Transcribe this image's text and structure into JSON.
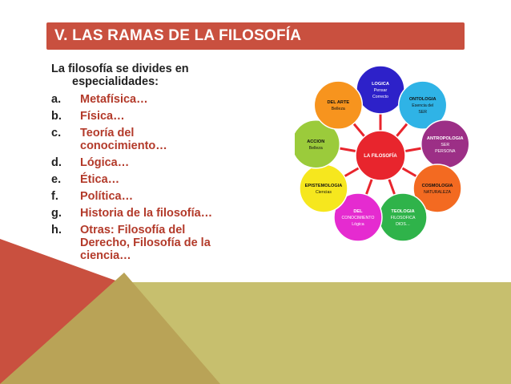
{
  "colors": {
    "title_bar": "#C9503F",
    "accent_item": "#B33A2A",
    "intro_text": "#222222",
    "bg_olive": "#C7BF6E",
    "bg_red": "#C9503F",
    "bg_tan": "#B9A357"
  },
  "title": "V. LAS RAMAS DE LA FILOSOFÍA",
  "intro": "La filosofía se divides en especialidades:",
  "items": [
    {
      "marker": "a.",
      "text": "Metafísica…"
    },
    {
      "marker": "b.",
      "text": "Física…"
    },
    {
      "marker": "c.",
      "text": "Teoría del conocimiento…"
    },
    {
      "marker": "d.",
      "text": "Lógica…"
    },
    {
      "marker": "e.",
      "text": "Ética…"
    },
    {
      "marker": "f.",
      "text": "Política…"
    },
    {
      "marker": "g.",
      "text": "Historia de la filosofía…"
    },
    {
      "marker": "h.",
      "text": "Otras: Filosofía del Derecho, Filosofía de la ciencia…"
    }
  ],
  "diagram": {
    "center": {
      "label": "LA FILOSOFÍA",
      "color": "#E8252D"
    },
    "nodes": [
      {
        "lines": [
          "LOGICA",
          "Pensar",
          "Correcto"
        ],
        "color": "#2D21C9",
        "text_color": "#ffffff"
      },
      {
        "lines": [
          "ONTOLOGIA",
          "Esencia del",
          "SER"
        ],
        "color": "#2FB3E6",
        "text_color": "#111111"
      },
      {
        "lines": [
          "ANTROPOLOGIA",
          "SER",
          "PERSONA"
        ],
        "color": "#9C2F86",
        "text_color": "#ffffff"
      },
      {
        "lines": [
          "COSMOLOGIA",
          "NATURALEZA"
        ],
        "color": "#F36A21",
        "text_color": "#111111"
      },
      {
        "lines": [
          "TEOLOGIA",
          "FILOSOFICA",
          "DIOS…"
        ],
        "color": "#2FB34A",
        "text_color": "#ffffff"
      },
      {
        "lines": [
          "DEL",
          "CONOCIMIENTO",
          "Lógica"
        ],
        "color": "#E52BD0",
        "text_color": "#ffffff"
      },
      {
        "lines": [
          "EPISTEMOLOGIA",
          "Ciencias"
        ],
        "color": "#F6E71E",
        "text_color": "#111111"
      },
      {
        "lines": [
          "ACCION",
          "Belleza"
        ],
        "color": "#9BCB3B",
        "text_color": "#111111"
      },
      {
        "lines": [
          "DEL ARTE",
          "Belleza"
        ],
        "color": "#F7941E",
        "text_color": "#111111"
      }
    ]
  }
}
